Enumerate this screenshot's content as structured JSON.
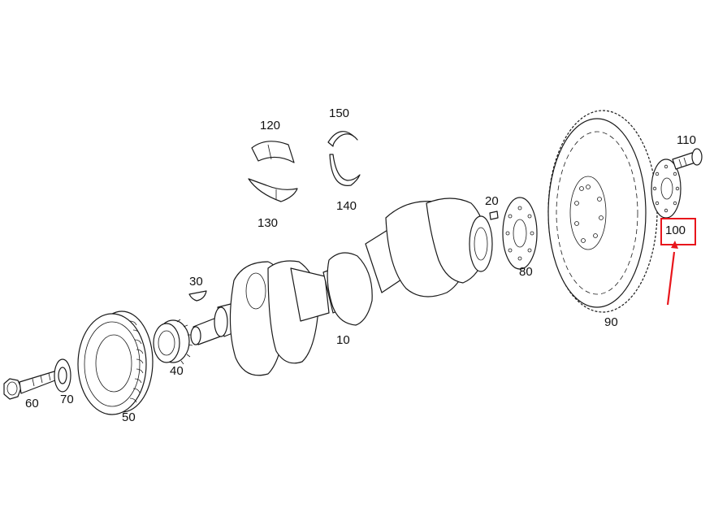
{
  "callouts": {
    "p10": "10",
    "p20": "20",
    "p30": "30",
    "p40": "40",
    "p50": "50",
    "p60": "60",
    "p70": "70",
    "p80": "80",
    "p90": "90",
    "p100": "100",
    "p110": "110",
    "p120": "120",
    "p130": "130",
    "p140": "140",
    "p150": "150"
  },
  "highlight": {
    "part": "100",
    "color": "#e8161c"
  },
  "icons": {
    "arrow": "red-arrow-icon"
  }
}
